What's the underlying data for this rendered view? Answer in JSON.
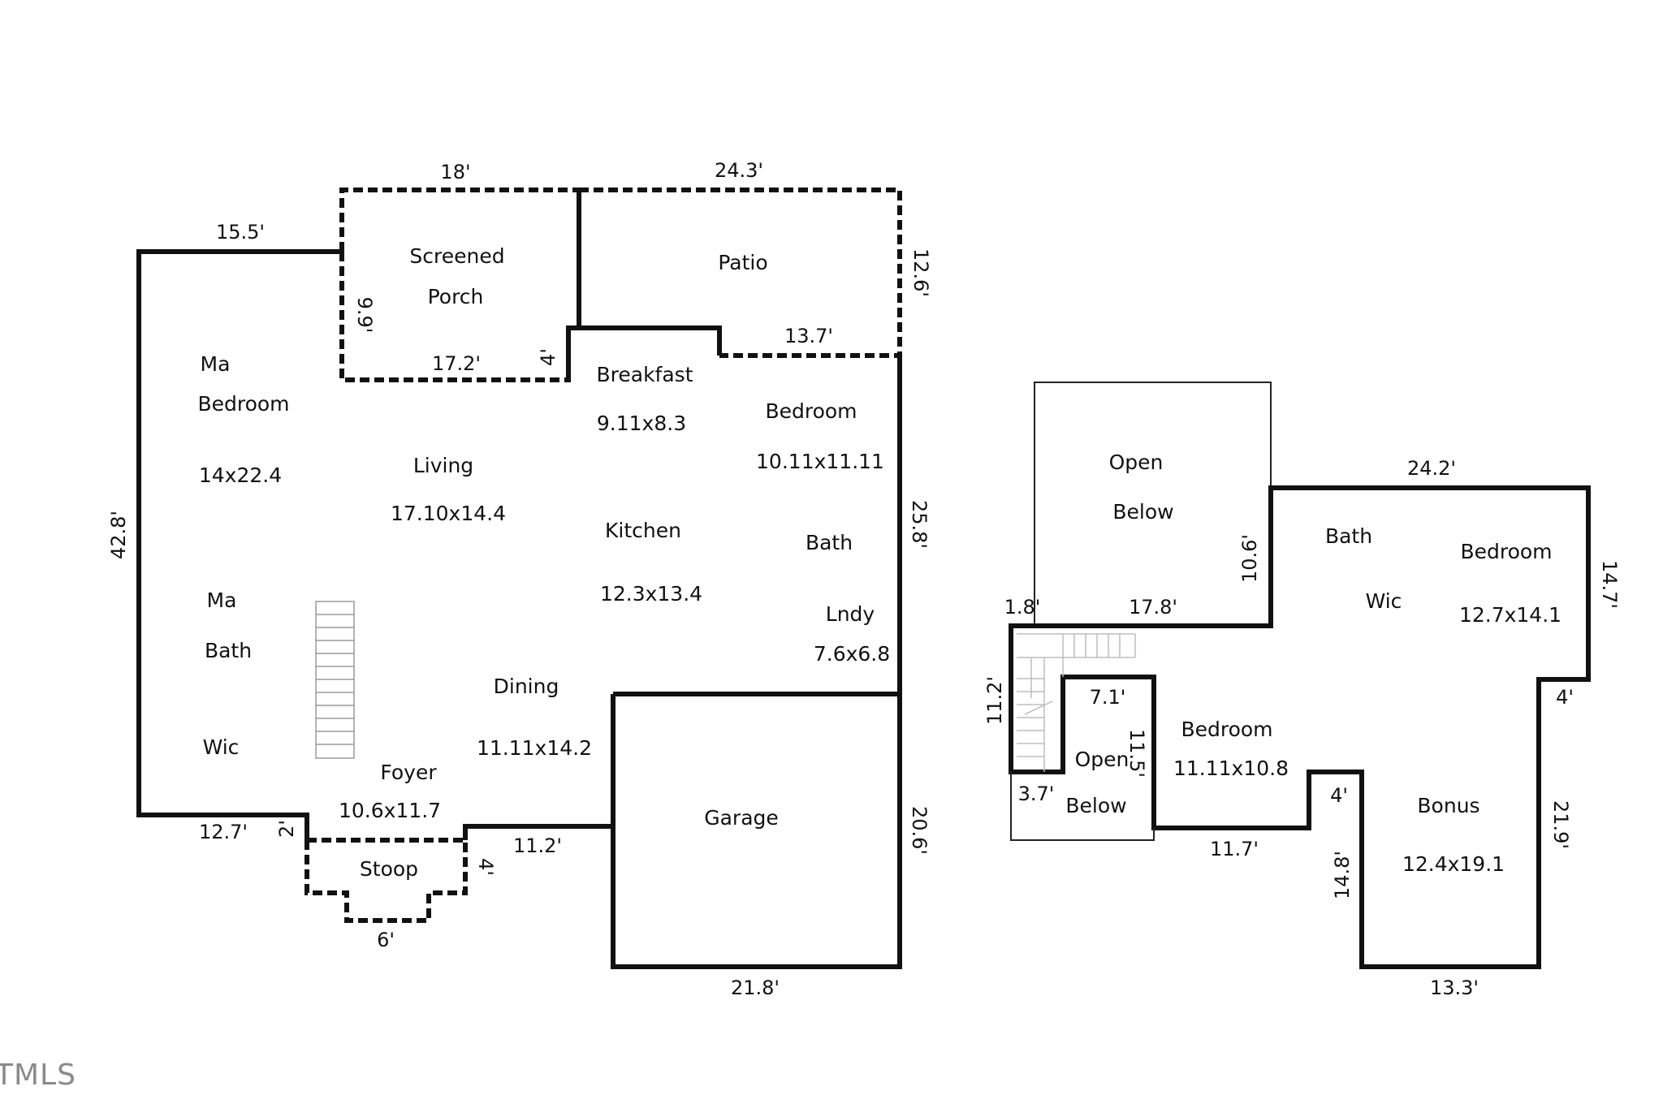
{
  "first_floor": {
    "rooms": {
      "screened_porch": [
        "Screened",
        "Porch"
      ],
      "patio": "Patio",
      "master_bedroom": [
        "Ma",
        "Bedroom",
        "14x22.4"
      ],
      "breakfast": [
        "Breakfast",
        "9.11x8.3"
      ],
      "bedroom": [
        "Bedroom",
        "10.11x11.11"
      ],
      "living": [
        "Living",
        "17.10x14.4"
      ],
      "kitchen": [
        "Kitchen",
        "12.3x13.4"
      ],
      "bath": "Bath",
      "master_bath": [
        "Ma",
        "Bath"
      ],
      "laundry": [
        "Lndy",
        "7.6x6.8"
      ],
      "dining": [
        "Dining",
        "11.11x14.2"
      ],
      "wic": "Wic",
      "foyer": [
        "Foyer",
        "10.6x11.7"
      ],
      "garage": "Garage",
      "stoop": "Stoop"
    },
    "dimensions": {
      "porch_top": "18'",
      "patio_top": "24.3'",
      "left_top": "15.5'",
      "patio_right": "12.6'",
      "porch_left": "9.9'",
      "porch_bottom": "17.2'",
      "porch_step": "4'",
      "patio_bottom": "13.7'",
      "left_side": "42.8'",
      "right_upper": "25.8'",
      "bottom_left": "12.7'",
      "stoop_step": "2'",
      "stoop_right": "4'",
      "front_mid": "11.2'",
      "garage_right": "20.6'",
      "stoop_bottom": "6'",
      "garage_bottom": "21.8'"
    }
  },
  "second_floor": {
    "rooms": {
      "open_below_top": [
        "Open",
        "Below"
      ],
      "bath": "Bath",
      "bedroom_right": [
        "Bedroom",
        "12.7x14.1"
      ],
      "wic": "Wic",
      "bedroom_left": [
        "Bedroom",
        "11.11x10.8"
      ],
      "open_below_bottom": [
        "Open",
        "Below"
      ],
      "bonus": [
        "Bonus",
        "12.4x19.1"
      ]
    },
    "dimensions": {
      "top_right": "24.2'",
      "open_right": "10.6'",
      "right_side": "14.7'",
      "left_step": "1.8'",
      "open_bottom": "17.8'",
      "stair_left": "11.2'",
      "inner_top": "7.1'",
      "inner_right": "11.5'",
      "inner_left": "3.7'",
      "right_step": "4'",
      "bottom_step": "4'",
      "bonus_right": "21.9'",
      "bottom_mid": "11.7'",
      "bonus_left": "14.8'",
      "bonus_bottom": "13.3'"
    }
  },
  "watermark": "TMLS"
}
